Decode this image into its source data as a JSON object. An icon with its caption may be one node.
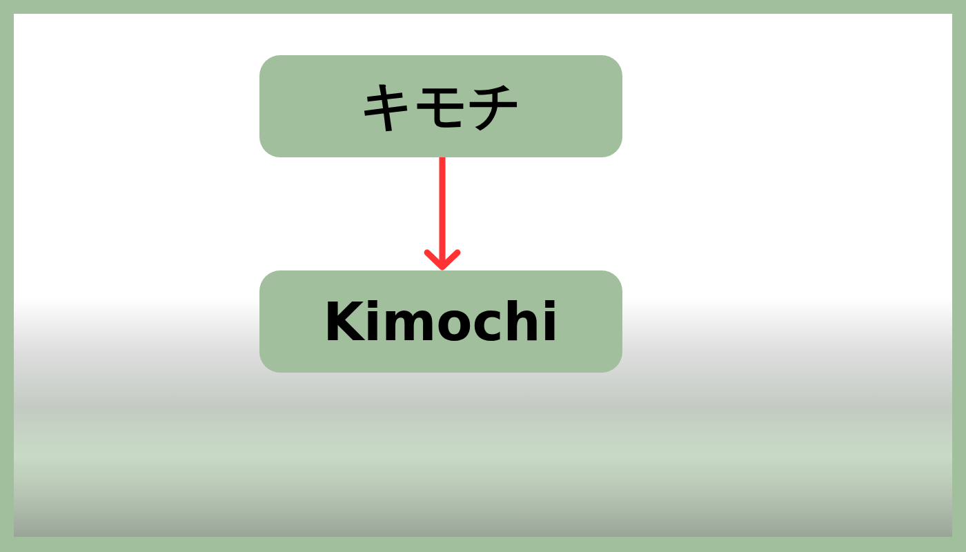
{
  "diagram": {
    "nodes": [
      {
        "text": [
          "キモチ"
        ]
      },
      {
        "text": [
          "Kimochi"
        ]
      }
    ],
    "edges": [
      {
        "from": 0,
        "to": 1,
        "arrow": "to",
        "color": "#ff3333"
      }
    ]
  }
}
